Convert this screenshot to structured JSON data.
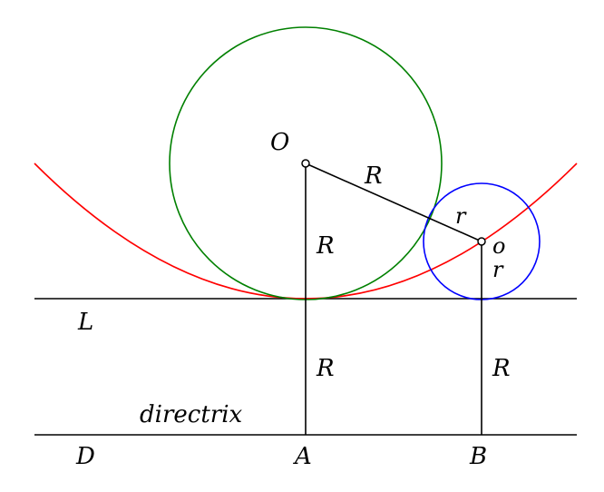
{
  "labels": {
    "O": "O",
    "R_top": "R",
    "r_top": "r",
    "R_left_upper": "R",
    "o": "o",
    "r_below": "r",
    "L": "L",
    "R_left_lower": "R",
    "R_right_lower": "R",
    "directrix": "directrix",
    "D": "D",
    "A": "A",
    "B": "B"
  },
  "colors": {
    "parabola": "#ff0000",
    "big_circle": "#008000",
    "small_circle": "#0000ff",
    "lines": "#000000"
  }
}
